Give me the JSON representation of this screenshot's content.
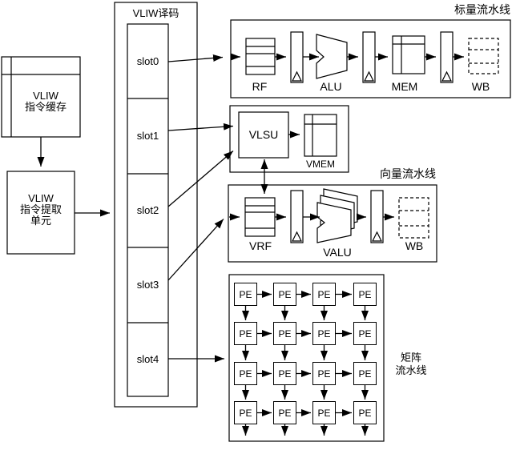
{
  "diagram": {
    "cache": {
      "label": "VLIW\n指令缓存"
    },
    "fetch": {
      "label": "VLIW\n指令提取\n单元"
    },
    "decoder": {
      "title": "VLIW译码",
      "slots": [
        "slot0",
        "slot1",
        "slot2",
        "slot3",
        "slot4"
      ]
    },
    "scalar_pipeline": {
      "title": "标量流水线",
      "rf": "RF",
      "alu": "ALU",
      "mem": "MEM",
      "wb": "WB"
    },
    "vlsu_unit": {
      "vlsu": "VLSU",
      "vmem": "VMEM"
    },
    "vector_pipeline": {
      "title": "向量流水线",
      "vrf": "VRF",
      "valu": "VALU",
      "wb": "WB"
    },
    "matrix_pipeline": {
      "title": "矩阵\n流水线",
      "pe": "PE"
    },
    "colors": {
      "stroke": "#000000",
      "background": "#ffffff"
    }
  }
}
